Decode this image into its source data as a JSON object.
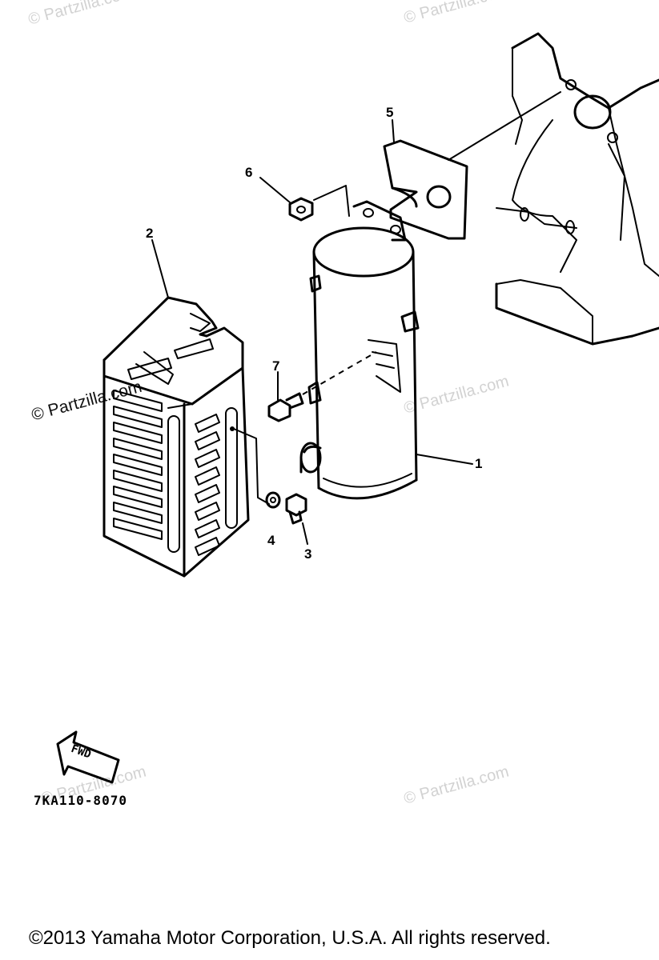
{
  "watermark_text": "© Partzilla.com",
  "callouts": [
    {
      "id": "c1",
      "label": "1"
    },
    {
      "id": "c2",
      "label": "2"
    },
    {
      "id": "c3",
      "label": "3"
    },
    {
      "id": "c4",
      "label": "4"
    },
    {
      "id": "c5",
      "label": "5"
    },
    {
      "id": "c6",
      "label": "6"
    },
    {
      "id": "c7",
      "label": "7"
    }
  ],
  "fwd_label": "FWD",
  "diagram_code": "7KA110-8070",
  "copyright": "©2013  Yamaha Motor Corporation, U.S.A. All rights reserved."
}
